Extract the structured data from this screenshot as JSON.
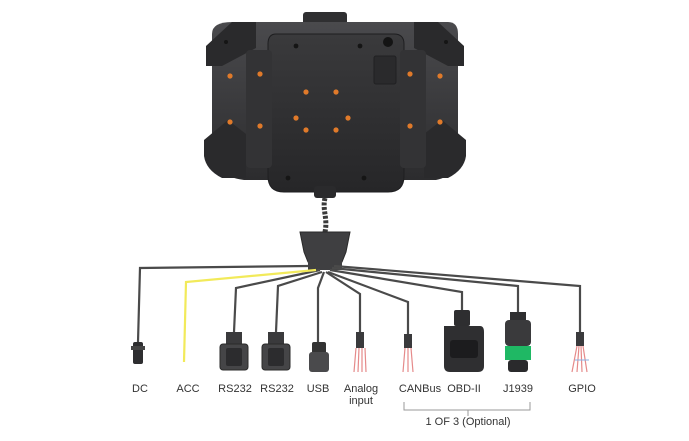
{
  "connectors": [
    {
      "id": "dc",
      "label": "DC"
    },
    {
      "id": "acc",
      "label": "ACC"
    },
    {
      "id": "rs232a",
      "label": "RS232"
    },
    {
      "id": "rs232b",
      "label": "RS232"
    },
    {
      "id": "usb",
      "label": "USB"
    },
    {
      "id": "analog",
      "label": "Analog input"
    },
    {
      "id": "canbus",
      "label": "CANBus"
    },
    {
      "id": "obd",
      "label": "OBD-II"
    },
    {
      "id": "j1939",
      "label": "J1939"
    },
    {
      "id": "gpio",
      "label": "GPIO"
    }
  ],
  "optional_note": "1 OF 3 (Optional)",
  "colors": {
    "tablet_body": "#3d3d3f",
    "tablet_panel": "#2e2e30",
    "screw_accent": "#e07a2a",
    "cable": "#4a4a4a",
    "acc_wire": "#f2ea5a",
    "j1939_ring": "#1fb864"
  }
}
